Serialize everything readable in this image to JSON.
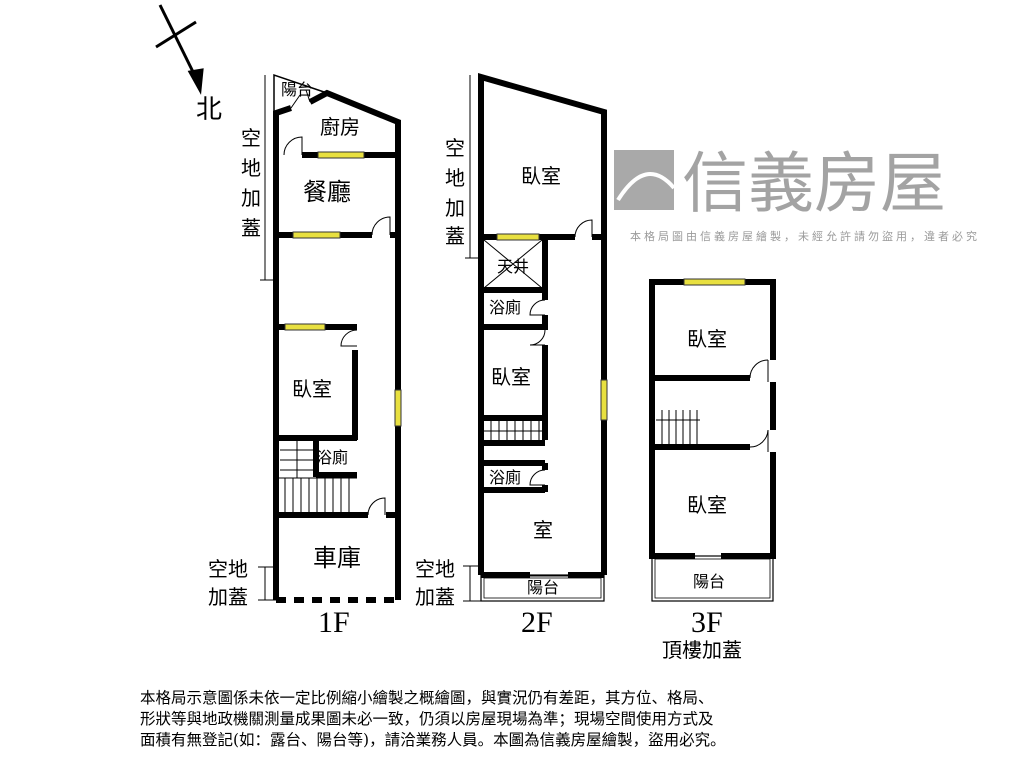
{
  "compass": {
    "north_label": "北"
  },
  "floors": {
    "f1": {
      "label": "1F",
      "rooms": {
        "balcony": "陽台",
        "kitchen": "廚房",
        "dining": "餐廳",
        "bedroom": "臥室",
        "bathroom": "浴廁",
        "garage": "車庫"
      },
      "annex_top": [
        "空",
        "地",
        "加",
        "蓋"
      ],
      "annex_bottom": [
        "空地",
        "加蓋"
      ]
    },
    "f2": {
      "label": "2F",
      "rooms": {
        "bedroom_front": "臥室",
        "lightwell": "天井",
        "bathroom1": "浴廁",
        "bedroom_mid": "臥室",
        "bathroom2": "浴廁",
        "room": "室",
        "balcony": "陽台"
      },
      "annex_top": [
        "空",
        "地",
        "加",
        "蓋"
      ],
      "annex_bottom": [
        "空地",
        "加蓋"
      ]
    },
    "f3": {
      "label": "3F",
      "sublabel": "頂樓加蓋",
      "rooms": {
        "bedroom1": "臥室",
        "bedroom2": "臥室",
        "balcony": "陽台"
      }
    }
  },
  "watermark": {
    "brand": "信義房屋",
    "notice": "本格局圖由信義房屋繪製，未經允許請勿盜用，違者必究"
  },
  "disclaimer": [
    "本格局示意圖係未依一定比例縮小繪製之概繪圖，與實況仍有差距，其方位、格局、",
    "形狀等與地政機關測量成果圖未必一致，仍須以房屋現場為準；現場空間使用方式及",
    "面積有無登記(如：露台、陽台等)，請洽業務人員。本圖為信義房屋繪製，盜用必究。"
  ],
  "colors": {
    "wall": "#000000",
    "window": "#e8e040",
    "watermark": "#9a9a9a"
  }
}
